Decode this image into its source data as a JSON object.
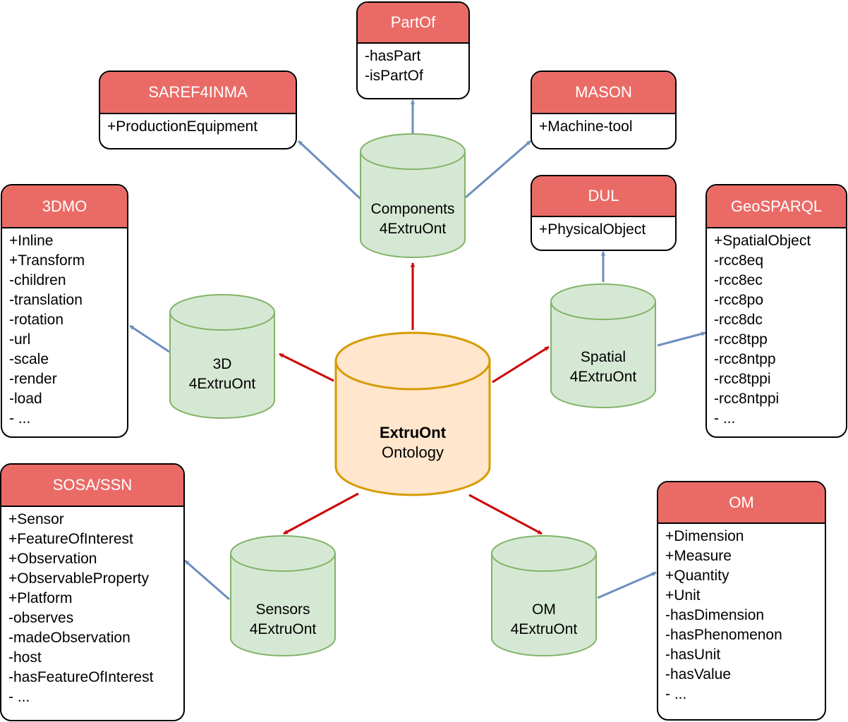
{
  "colors": {
    "header_fill": "#ea6b66",
    "header_text": "#ffffff",
    "module_fill": "#d5e8d4",
    "module_stroke": "#82b366",
    "core_fill": "#ffe6cc",
    "core_stroke": "#d79b00",
    "red_arrow": "#cc0000",
    "blue_arrow": "#6c8ebf"
  },
  "core": {
    "name": "ExtruOnt",
    "subtitle": "Ontology"
  },
  "modules": {
    "components": {
      "line1": "Components",
      "line2": "4ExtruOnt"
    },
    "threed": {
      "line1": "3D",
      "line2": "4ExtruOnt"
    },
    "spatial": {
      "line1": "Spatial",
      "line2": "4ExtruOnt"
    },
    "sensors": {
      "line1": "Sensors",
      "line2": "4ExtruOnt"
    },
    "om": {
      "line1": "OM",
      "line2": "4ExtruOnt"
    }
  },
  "ontologies": {
    "partof": {
      "title": "PartOf",
      "items": [
        "-hasPart",
        "-isPartOf"
      ]
    },
    "saref4inma": {
      "title": "SAREF4INMA",
      "items": [
        "+ProductionEquipment"
      ]
    },
    "mason": {
      "title": "MASON",
      "items": [
        "+Machine-tool"
      ]
    },
    "dul": {
      "title": "DUL",
      "items": [
        "+PhysicalObject"
      ]
    },
    "threedmo": {
      "title": "3DMO",
      "items": [
        "+Inline",
        "+Transform",
        "-children",
        "-translation",
        "-rotation",
        "-url",
        "-scale",
        "-render",
        "-load",
        "- ..."
      ]
    },
    "geosparql": {
      "title": "GeoSPARQL",
      "items": [
        "+SpatialObject",
        "-rcc8eq",
        "-rcc8ec",
        "-rcc8po",
        "-rcc8dc",
        "-rcc8tpp",
        "-rcc8ntpp",
        "-rcc8tppi",
        "-rcc8ntppi",
        "- ..."
      ]
    },
    "sosassn": {
      "title": "SOSA/SSN",
      "items": [
        "+Sensor",
        "+FeatureOfInterest",
        "+Observation",
        "+ObservableProperty",
        "+Platform",
        "-observes",
        "-madeObservation",
        "-host",
        "-hasFeatureOfInterest",
        "- ..."
      ]
    },
    "om": {
      "title": "OM",
      "items": [
        "+Dimension",
        "+Measure",
        "+Quantity",
        "+Unit",
        "-hasDimension",
        "-hasPhenomenon",
        "-hasUnit",
        "-hasValue",
        "- ..."
      ]
    }
  }
}
